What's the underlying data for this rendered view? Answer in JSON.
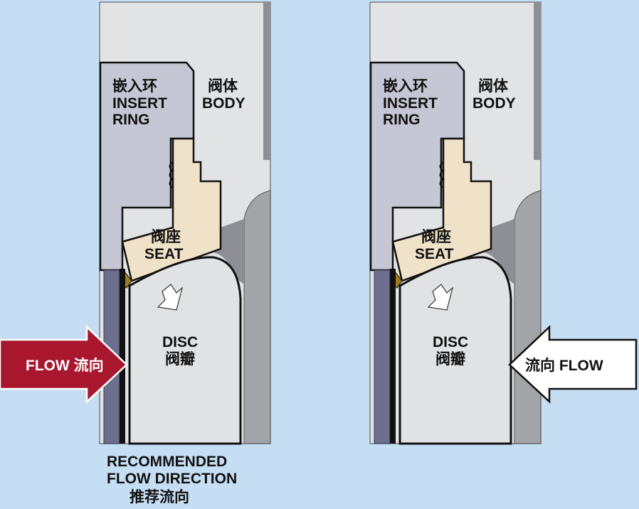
{
  "panels": [
    {
      "insert_ring_cn": "嵌入环",
      "insert_ring_en_1": "INSERT",
      "insert_ring_en_2": "RING",
      "body_cn": "阀体",
      "body_en": "BODY",
      "seat_cn": "阀座",
      "seat_en": "SEAT",
      "disc_en": "DISC",
      "disc_cn": "阀瓣",
      "flow_label": "FLOW 流向"
    },
    {
      "insert_ring_cn": "嵌入环",
      "insert_ring_en_1": "INSERT",
      "insert_ring_en_2": "RING",
      "body_cn": "阀体",
      "body_en": "BODY",
      "seat_cn": "阀座",
      "seat_en": "SEAT",
      "disc_en": "DISC",
      "disc_cn": "阀瓣",
      "flow_label": "流向 FLOW"
    }
  ],
  "caption": {
    "line1": "RECOMMENDED",
    "line2": "FLOW DIRECTION",
    "line3": "推荐流向"
  },
  "colors": {
    "background": "#c6def3",
    "body": "#e2e3e5",
    "insert_ring": "#c6c7d4",
    "seat": "#f0e2c8",
    "disc": "#e1e2e4",
    "recommended_arrow": "#a8172d",
    "alternate_arrow": "#ffffff"
  }
}
